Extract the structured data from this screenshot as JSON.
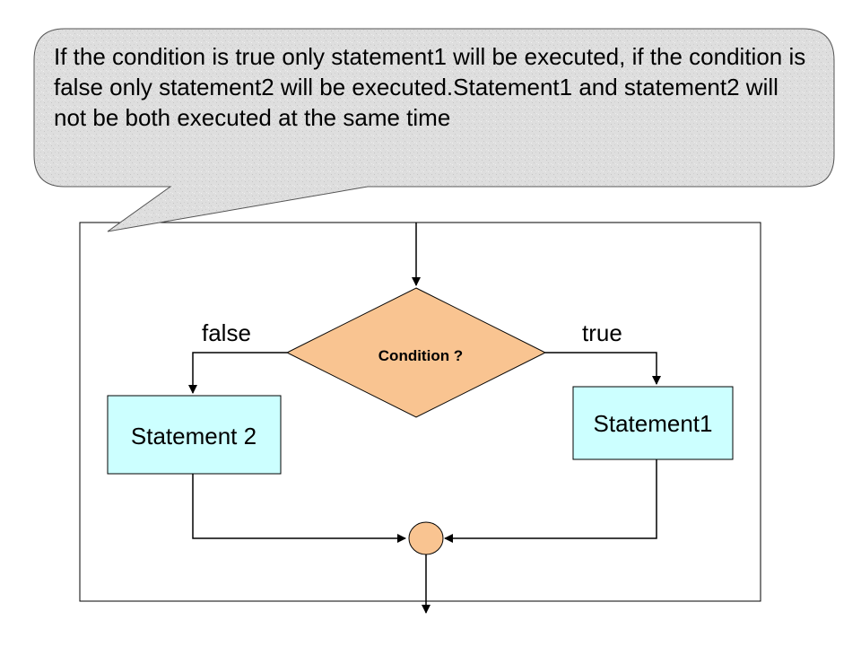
{
  "callout": {
    "text": "If the condition is true only statement1 will be executed, if the condition is false only statement2 will be executed.Statement1  and statement2 will not be both executed  at the same time"
  },
  "flowchart": {
    "condition_label": "Condition ?",
    "false_label": "false",
    "true_label": "true",
    "statement_false_label": "Statement 2",
    "statement_true_label": "Statement1"
  },
  "colors": {
    "callout_fill": "#dcdcdc",
    "decision_fill": "#f9c491",
    "statement_fill": "#ccffff",
    "junction_fill": "#f9c491",
    "line": "#000000"
  }
}
